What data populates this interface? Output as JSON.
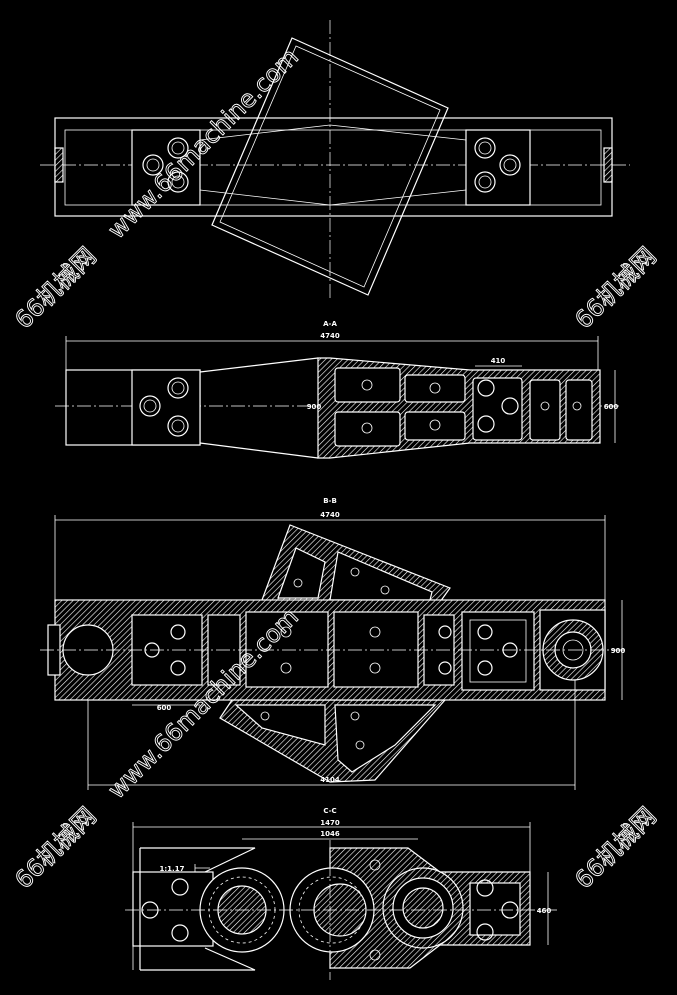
{
  "drawing": {
    "background": "#000000",
    "line_color": "#ffffff",
    "views": [
      {
        "name": "top-view"
      },
      {
        "name": "section-a",
        "label": "A-A",
        "overall_dim": "4740",
        "height_dim": "900",
        "right_dim": "600",
        "detail_dim": "410"
      },
      {
        "name": "section-b",
        "label": "B-B",
        "overall_dim": "4740",
        "bottom_dim": "4104",
        "small_dim": "600",
        "right_dim": "900"
      },
      {
        "name": "section-c",
        "label": "C-C",
        "overall_dim": "1470",
        "inner_dim": "1046",
        "ratio_note": "1:1.17",
        "right_dim": "460"
      }
    ]
  },
  "watermark": {
    "text_url": "www.66machine.com",
    "text_cn": "66机械网"
  }
}
